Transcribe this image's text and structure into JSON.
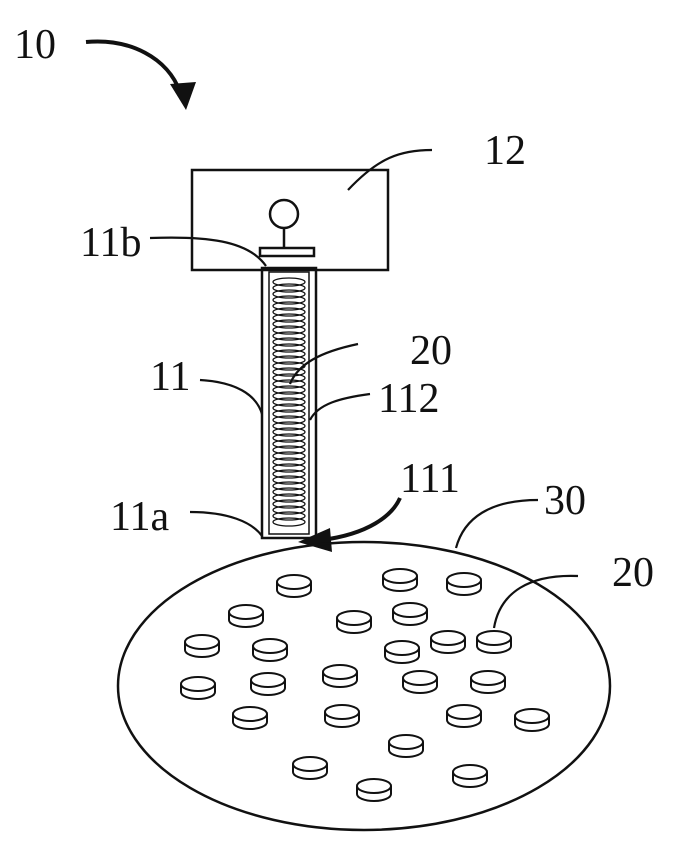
{
  "labels": {
    "device": "10",
    "head": "12",
    "tube_top": "11b",
    "tube": "11",
    "stack": "20",
    "channel": "112",
    "tube_bottom": "11a",
    "outlet": "111",
    "plate": "30",
    "tablet": "20"
  },
  "colors": {
    "ink": "#111111",
    "paper": "#ffffff"
  }
}
